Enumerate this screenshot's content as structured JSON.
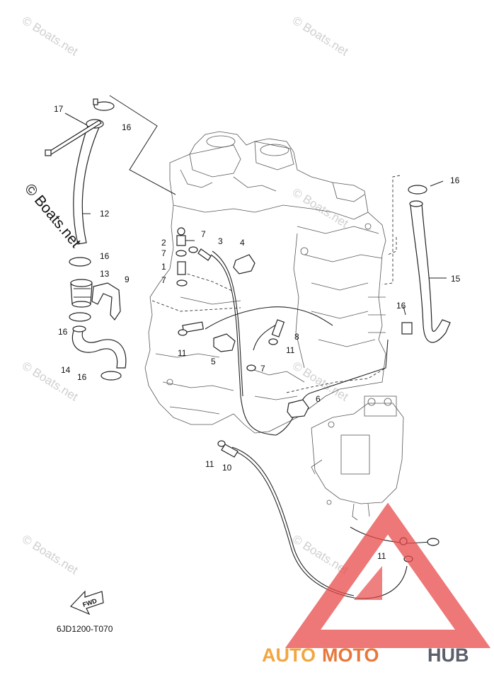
{
  "diagram": {
    "code": "6JD1200-T070",
    "fwd_label": "FWD",
    "watermark_main": "© Boats.net",
    "watermark_tiles": [
      "© Boats.net",
      "© Boats.net",
      "© Boats.net",
      "© Boats.net",
      "© Boats.net",
      "© Boats.net",
      "© Boats.net"
    ],
    "brand": {
      "part1": "AUTO",
      "part2": "MOTO",
      "part3": "HUB"
    },
    "brand_colors": {
      "orange": "#f2a640",
      "gray": "#5a5f69",
      "red": "#e84a4a"
    },
    "callouts": [
      "17",
      "16",
      "12",
      "16",
      "13",
      "9",
      "16",
      "14",
      "16",
      "2",
      "7",
      "3",
      "4",
      "7",
      "1",
      "7",
      "11",
      "5",
      "8",
      "11",
      "7",
      "6",
      "11",
      "10",
      "16",
      "15",
      "16",
      "11"
    ]
  }
}
